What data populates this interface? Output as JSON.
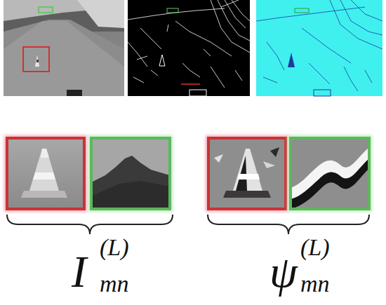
{
  "diagram": {
    "labels": [
      "I",
      "(L)",
      "mn",
      "ψ",
      "(L)",
      "mn"
    ]
  }
}
